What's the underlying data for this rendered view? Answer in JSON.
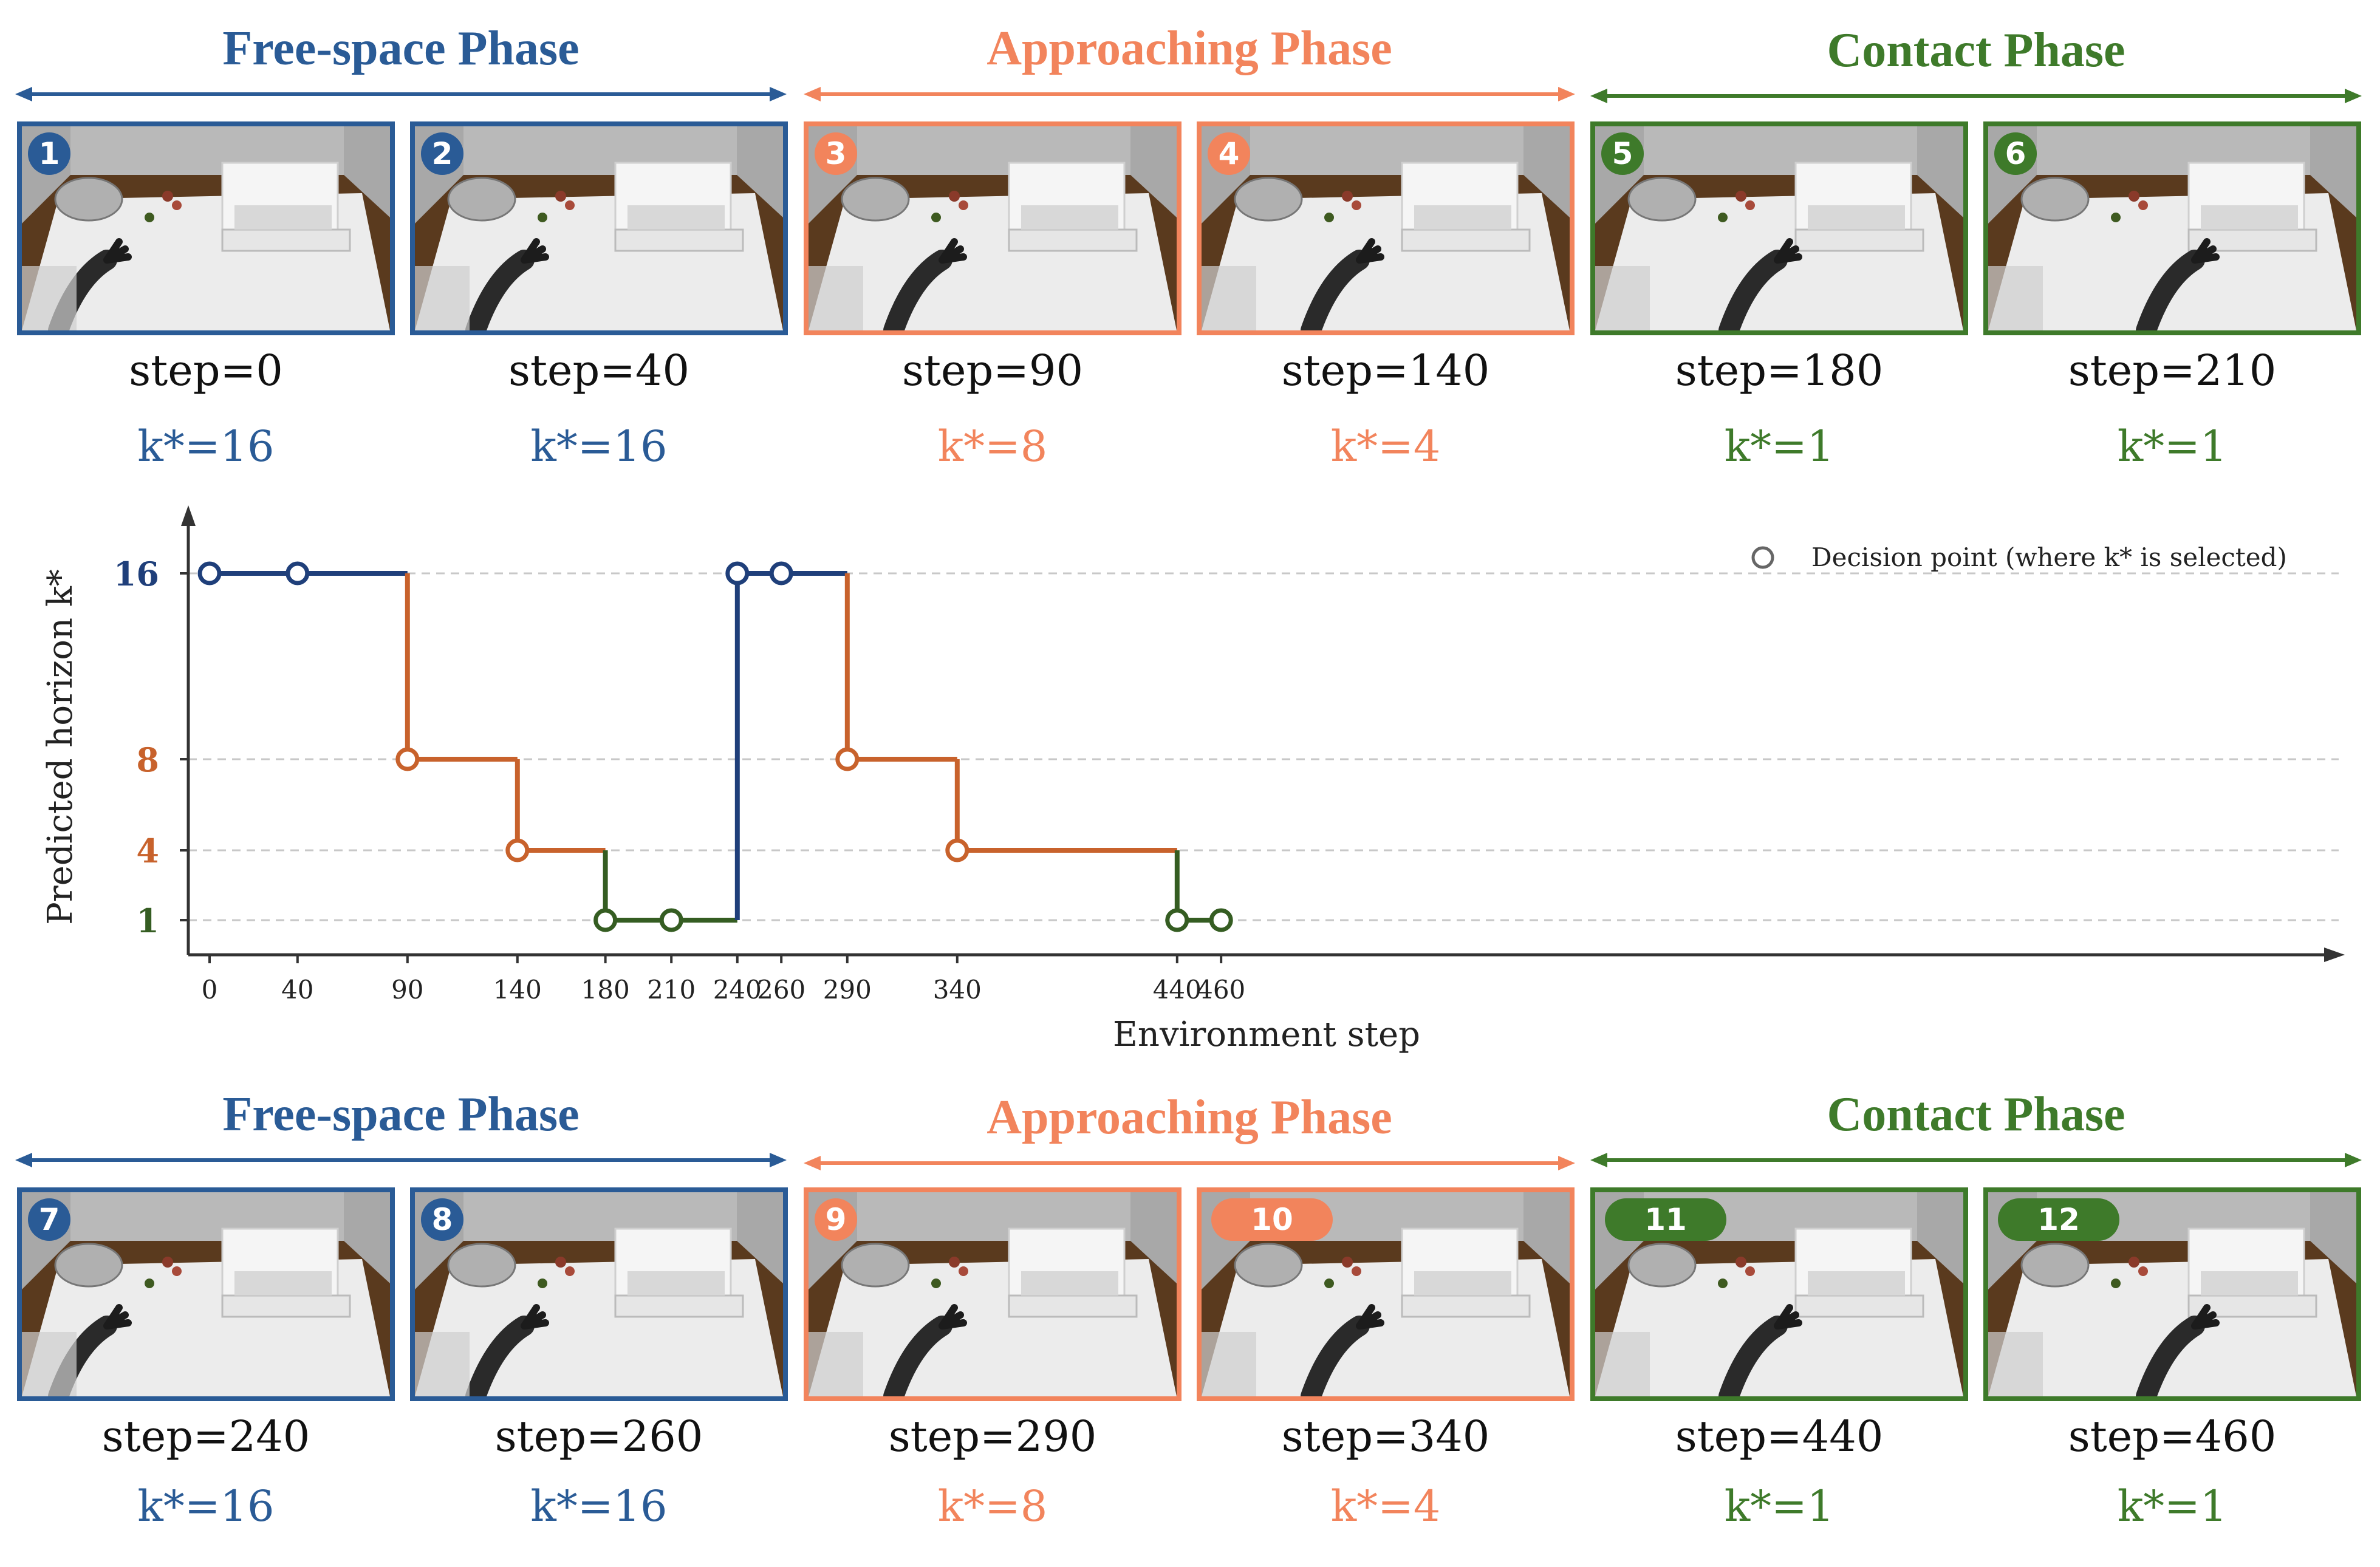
{
  "colors": {
    "free": "#2a5b96",
    "approach": "#f2845c",
    "contact": "#3e7a2a",
    "line_blue": "#1f3f7a",
    "line_orange": "#c8622c",
    "line_green": "#355d22",
    "axis": "#333333"
  },
  "phases_top": {
    "free": "Free-space Phase",
    "approach": "Approaching Phase",
    "contact": "Contact Phase"
  },
  "phases_bottom": {
    "free": "Free-space Phase",
    "approach": "Approaching Phase",
    "contact": "Contact Phase"
  },
  "panels_top": [
    {
      "badge": "1",
      "step": "step=0",
      "k": "k*=16",
      "phase": "free"
    },
    {
      "badge": "2",
      "step": "step=40",
      "k": "k*=16",
      "phase": "free"
    },
    {
      "badge": "3",
      "step": "step=90",
      "k": "k*=8",
      "phase": "approach"
    },
    {
      "badge": "4",
      "step": "step=140",
      "k": "k*=4",
      "phase": "approach"
    },
    {
      "badge": "5",
      "step": "step=180",
      "k": "k*=1",
      "phase": "contact"
    },
    {
      "badge": "6",
      "step": "step=210",
      "k": "k*=1",
      "phase": "contact"
    }
  ],
  "panels_bottom": [
    {
      "badge": "7",
      "step": "step=240",
      "k": "k*=16",
      "phase": "free"
    },
    {
      "badge": "8",
      "step": "step=260",
      "k": "k*=16",
      "phase": "free"
    },
    {
      "badge": "9",
      "step": "step=290",
      "k": "k*=8",
      "phase": "approach"
    },
    {
      "badge": "10",
      "step": "step=340",
      "k": "k*=4",
      "phase": "approach"
    },
    {
      "badge": "11",
      "step": "step=440",
      "k": "k*=1",
      "phase": "contact"
    },
    {
      "badge": "12",
      "step": "step=460",
      "k": "k*=1",
      "phase": "contact"
    }
  ],
  "chart_data": {
    "type": "line",
    "xlabel": "Environment step",
    "ylabel": "Predicted horizon k*",
    "ytick_labels": [
      "16",
      "8",
      "4",
      "1"
    ],
    "xticks": [
      0,
      40,
      90,
      140,
      180,
      210,
      240,
      260,
      290,
      340,
      440,
      460
    ],
    "legend": "Decision point (where k* is selected)",
    "legend_position": "top-right",
    "grid": "horizontal dashed at tick levels",
    "segments": [
      {
        "x_start": 0,
        "x_end": 90,
        "k": 16,
        "color": "blue"
      },
      {
        "x_start": 90,
        "x_end": 140,
        "k": 8,
        "color": "orange"
      },
      {
        "x_start": 140,
        "x_end": 180,
        "k": 4,
        "color": "orange"
      },
      {
        "x_start": 180,
        "x_end": 240,
        "k": 1,
        "color": "green"
      },
      {
        "x_start": 240,
        "x_end": 290,
        "k": 16,
        "color": "blue"
      },
      {
        "x_start": 290,
        "x_end": 340,
        "k": 8,
        "color": "orange"
      },
      {
        "x_start": 340,
        "x_end": 440,
        "k": 4,
        "color": "orange"
      },
      {
        "x_start": 440,
        "x_end": 460,
        "k": 1,
        "color": "green"
      }
    ],
    "decision_points": [
      {
        "x": 0,
        "k": 16,
        "color": "blue"
      },
      {
        "x": 40,
        "k": 16,
        "color": "blue"
      },
      {
        "x": 90,
        "k": 8,
        "color": "orange"
      },
      {
        "x": 140,
        "k": 4,
        "color": "orange"
      },
      {
        "x": 180,
        "k": 1,
        "color": "green"
      },
      {
        "x": 210,
        "k": 1,
        "color": "green"
      },
      {
        "x": 240,
        "k": 16,
        "color": "blue"
      },
      {
        "x": 260,
        "k": 16,
        "color": "blue"
      },
      {
        "x": 290,
        "k": 8,
        "color": "orange"
      },
      {
        "x": 340,
        "k": 4,
        "color": "orange"
      },
      {
        "x": 440,
        "k": 1,
        "color": "green"
      },
      {
        "x": 460,
        "k": 1,
        "color": "green"
      }
    ]
  }
}
